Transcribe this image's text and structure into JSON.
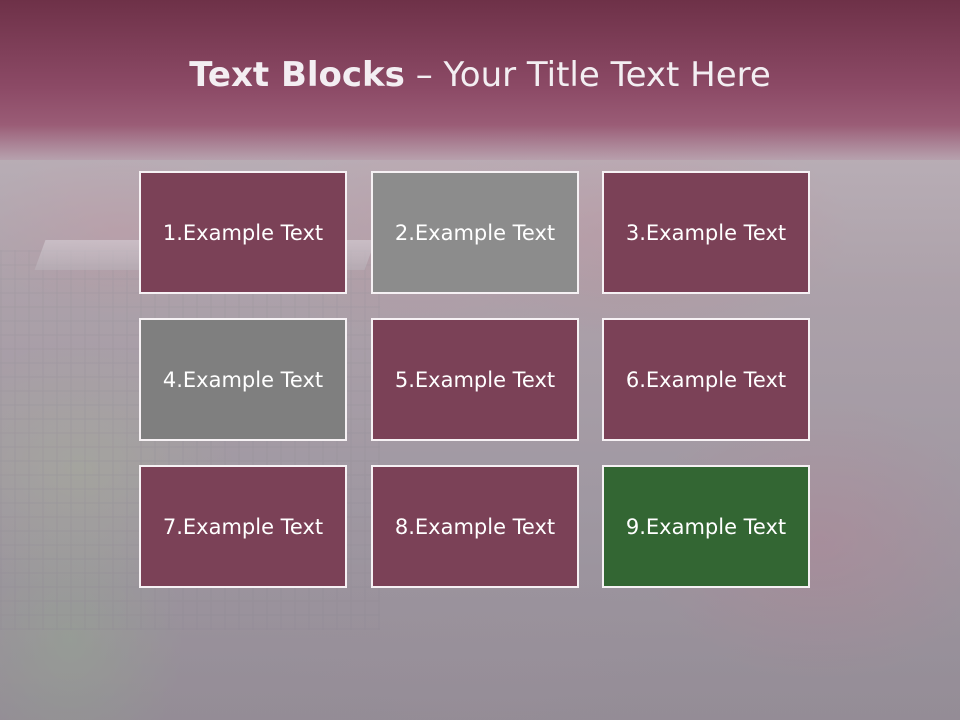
{
  "title": {
    "bold": "Text Blocks",
    "dash": " – ",
    "rest": "Your Title Text Here"
  },
  "colors": {
    "title_band": "#7e3f5a",
    "box_mauve": "#7b4157",
    "box_gray": "#8c8c8c",
    "box_dark_gray": "#7f7f7f",
    "box_green": "#336633",
    "box_border": "#f6f1f4"
  },
  "blocks": [
    {
      "label": "1.Example Text",
      "color": "#7b4157"
    },
    {
      "label": "2.Example Text",
      "color": "#8c8c8c"
    },
    {
      "label": "3.Example Text",
      "color": "#7b4157"
    },
    {
      "label": "4.Example Text",
      "color": "#7f7f7f"
    },
    {
      "label": "5.Example Text",
      "color": "#7b4157"
    },
    {
      "label": "6.Example Text",
      "color": "#7b4157"
    },
    {
      "label": "7.Example Text",
      "color": "#7b4157"
    },
    {
      "label": "8.Example Text",
      "color": "#7b4157"
    },
    {
      "label": "9.Example Text",
      "color": "#336633"
    }
  ]
}
